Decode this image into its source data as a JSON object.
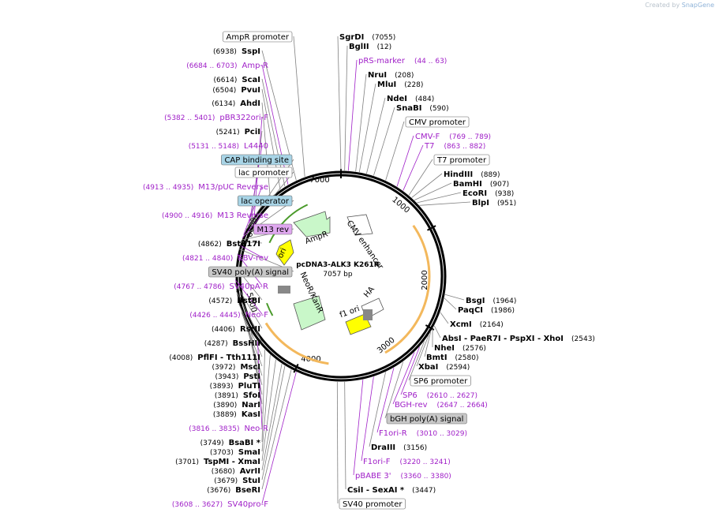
{
  "watermark": {
    "prefix": "Created by",
    "brand": "SnapGene"
  },
  "plasmid": {
    "name": "pcDNA3-ALK3 K261R",
    "length_label": "7057 bp",
    "length": 7057
  },
  "colors": {
    "site": "#000000",
    "primer": "#a020c8",
    "feature_gray": "#c8c8c8",
    "feature_blue": "#a8d4e6",
    "feature_purple": "#e0a8f0",
    "amp_green": "#c9f7c9",
    "neo_green": "#c9f7c9",
    "ori_yellow": "#ffff00",
    "orange_arc": "#f3b85c",
    "line": "#808080"
  },
  "ticks": [
    "1000",
    "2000",
    "3000",
    "4000",
    "5000",
    "6000",
    "7000"
  ],
  "inner_features": [
    {
      "label": "AmpR",
      "color": "#c9f7c9"
    },
    {
      "label": "ori",
      "color": "#ffff00"
    },
    {
      "label": "NeoR/KanR",
      "color": "#c9f7c9"
    },
    {
      "label": "f1 ori",
      "color": "#ffff00"
    },
    {
      "label": "CMV enhancer",
      "color": "#ffffff"
    },
    {
      "label": "HA",
      "color": "#ffffff"
    }
  ],
  "left_labels": [
    {
      "type": "feat",
      "text": "AmpR promoter",
      "style": "white"
    },
    {
      "type": "site",
      "name": "SspI",
      "pos": "(6938)"
    },
    {
      "type": "primer",
      "name": "Amp-R",
      "range": "(6684 .. 6703)"
    },
    {
      "type": "site",
      "name": "ScaI",
      "pos": "(6614)"
    },
    {
      "type": "site",
      "name": "PvuI",
      "pos": "(6504)"
    },
    {
      "type": "site",
      "name": "AhdI",
      "pos": "(6134)"
    },
    {
      "type": "primer",
      "name": "pBR322ori-F",
      "range": "(5382 .. 5401)"
    },
    {
      "type": "site",
      "name": "PciI",
      "pos": "(5241)"
    },
    {
      "type": "primer",
      "name": "L4440",
      "range": "(5131 .. 5148)"
    },
    {
      "type": "feat",
      "text": "CAP binding site",
      "style": "blue"
    },
    {
      "type": "feat",
      "text": "lac promoter",
      "style": "white"
    },
    {
      "type": "primer",
      "name": "M13/pUC Reverse",
      "range": "(4913 .. 4935)"
    },
    {
      "type": "feat",
      "text": "lac operator",
      "style": "blue"
    },
    {
      "type": "primer",
      "name": "M13 Reverse",
      "range": "(4900 .. 4916)"
    },
    {
      "type": "feat",
      "text": "M13 rev",
      "style": "purple"
    },
    {
      "type": "site",
      "name": "BstZ17I",
      "pos": "(4862)"
    },
    {
      "type": "primer",
      "name": "EBV-rev",
      "range": "(4821 .. 4840)"
    },
    {
      "type": "feat",
      "text": "SV40 poly(A) signal",
      "style": "gray"
    },
    {
      "type": "primer",
      "name": "SV40pA-R",
      "range": "(4767 .. 4786)"
    },
    {
      "type": "site",
      "name": "BstBI",
      "pos": "(4572)"
    },
    {
      "type": "primer",
      "name": "Neo-F",
      "range": "(4426 .. 4445)"
    },
    {
      "type": "site",
      "name": "RsrII",
      "pos": "(4406)"
    },
    {
      "type": "site",
      "name": "BssHII",
      "pos": "(4287)"
    },
    {
      "type": "site",
      "name": "PflFI   -  Tth111I",
      "pos": "(4008)"
    },
    {
      "type": "site",
      "name": "MscI",
      "pos": "(3972)"
    },
    {
      "type": "site",
      "name": "PstI",
      "pos": "(3943)"
    },
    {
      "type": "site",
      "name": "PluTI",
      "pos": "(3893)"
    },
    {
      "type": "site",
      "name": "SfoI",
      "pos": "(3891)"
    },
    {
      "type": "site",
      "name": "NarI",
      "pos": "(3890)"
    },
    {
      "type": "site",
      "name": "KasI",
      "pos": "(3889)"
    },
    {
      "type": "primer",
      "name": "Neo-R",
      "range": "(3816 .. 3835)"
    },
    {
      "type": "site",
      "name": "BsaBI  *",
      "pos": "(3749)"
    },
    {
      "type": "site",
      "name": "SmaI",
      "pos": "(3703)"
    },
    {
      "type": "site",
      "name": "TspMI   -  XmaI",
      "pos": "(3701)"
    },
    {
      "type": "site",
      "name": "AvrII",
      "pos": "(3680)"
    },
    {
      "type": "site",
      "name": "StuI",
      "pos": "(3679)"
    },
    {
      "type": "site",
      "name": "BseRI",
      "pos": "(3676)"
    },
    {
      "type": "primer",
      "name": "SV40pro-F",
      "range": "(3608 .. 3627)"
    }
  ],
  "right_labels": [
    {
      "type": "site",
      "name": "SgrDI",
      "pos": "(7055)"
    },
    {
      "type": "site",
      "name": "BglII",
      "pos": "(12)"
    },
    {
      "type": "primer",
      "name": "pRS-marker",
      "range": "(44 .. 63)"
    },
    {
      "type": "site",
      "name": "NruI",
      "pos": "(208)"
    },
    {
      "type": "site",
      "name": "MluI",
      "pos": "(228)"
    },
    {
      "type": "site",
      "name": "NdeI",
      "pos": "(484)"
    },
    {
      "type": "site",
      "name": "SnaBI",
      "pos": "(590)"
    },
    {
      "type": "feat",
      "text": "CMV promoter",
      "style": "white"
    },
    {
      "type": "primer",
      "name": "CMV-F",
      "range": "(769 .. 789)"
    },
    {
      "type": "primer",
      "name": "T7",
      "range": "(863 .. 882)"
    },
    {
      "type": "feat",
      "text": "T7 promoter",
      "style": "white"
    },
    {
      "type": "site",
      "name": "HindIII",
      "pos": "(889)"
    },
    {
      "type": "site",
      "name": "BamHI",
      "pos": "(907)"
    },
    {
      "type": "site",
      "name": "EcoRI",
      "pos": "(938)"
    },
    {
      "type": "site",
      "name": "BlpI",
      "pos": "(951)"
    },
    {
      "type": "site",
      "name": "BsgI",
      "pos": "(1964)"
    },
    {
      "type": "site",
      "name": "PaqCI",
      "pos": "(1986)"
    },
    {
      "type": "site",
      "name": "XcmI",
      "pos": "(2164)"
    },
    {
      "type": "site",
      "name": "AbsI  -  PaeR7I   -  PspXI  -  XhoI",
      "pos": "(2543)"
    },
    {
      "type": "site",
      "name": "NheI",
      "pos": "(2576)"
    },
    {
      "type": "site",
      "name": "BmtI",
      "pos": "(2580)"
    },
    {
      "type": "site",
      "name": "XbaI",
      "pos": "(2594)"
    },
    {
      "type": "feat",
      "text": "SP6 promoter",
      "style": "white"
    },
    {
      "type": "primer",
      "name": "SP6",
      "range": "(2610 .. 2627)"
    },
    {
      "type": "primer",
      "name": "BGH-rev",
      "range": "(2647 .. 2664)"
    },
    {
      "type": "feat",
      "text": "bGH poly(A) signal",
      "style": "gray"
    },
    {
      "type": "primer",
      "name": "F1ori-R",
      "range": "(3010 .. 3029)"
    },
    {
      "type": "site",
      "name": "DraIII",
      "pos": "(3156)"
    },
    {
      "type": "primer",
      "name": "F1ori-F",
      "range": "(3220 .. 3241)"
    },
    {
      "type": "primer",
      "name": "pBABE 3'",
      "range": "(3360 .. 3380)"
    },
    {
      "type": "site",
      "name": "CsiI   -  SexAI  *",
      "pos": "(3447)"
    },
    {
      "type": "feat",
      "text": "SV40 promoter",
      "style": "white"
    }
  ]
}
